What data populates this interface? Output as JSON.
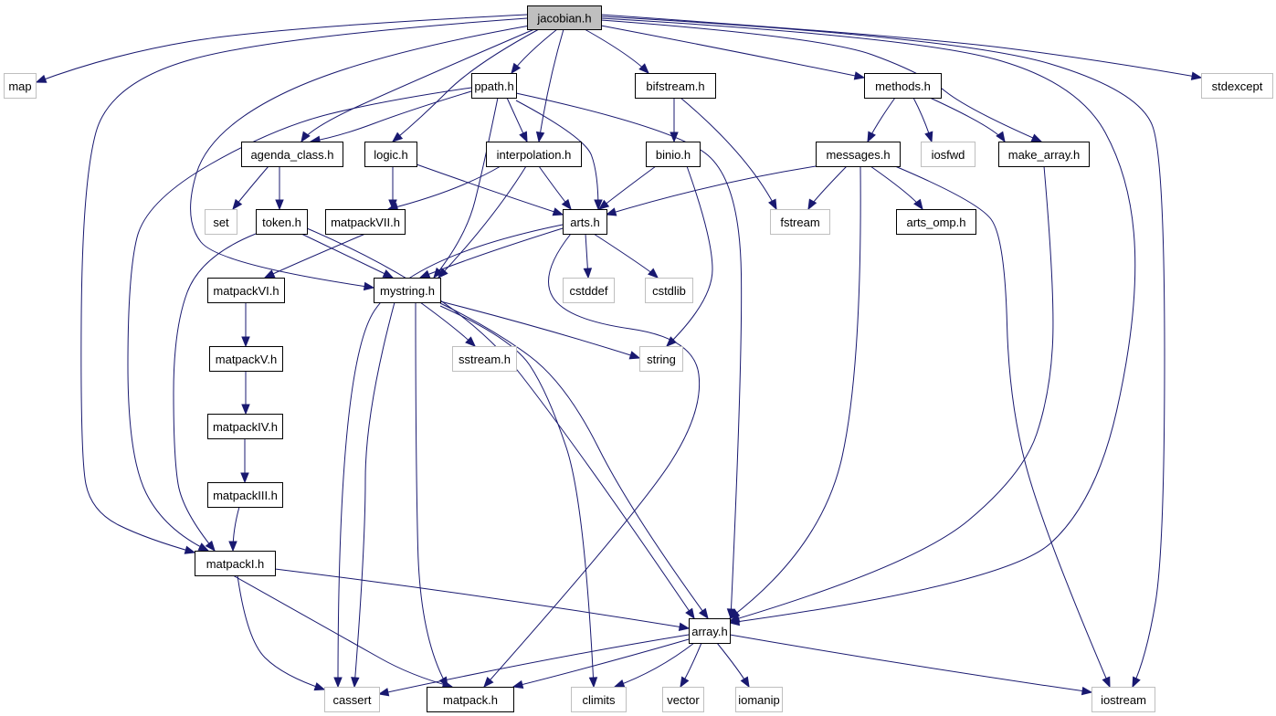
{
  "diagram": {
    "type": "include-dependency-graph",
    "root": "jacobian.h",
    "colors": {
      "edge": "#191970",
      "root_fill": "#bfbfbf",
      "local_border": "#000000",
      "system_border": "#bfbfbf",
      "background": "#ffffff"
    },
    "nodes": [
      {
        "id": "jacobian",
        "label": "jacobian.h",
        "kind": "root"
      },
      {
        "id": "map",
        "label": "map",
        "kind": "system"
      },
      {
        "id": "ppath",
        "label": "ppath.h",
        "kind": "local"
      },
      {
        "id": "bifstream",
        "label": "bifstream.h",
        "kind": "local"
      },
      {
        "id": "methods",
        "label": "methods.h",
        "kind": "local"
      },
      {
        "id": "stdexcept",
        "label": "stdexcept",
        "kind": "system"
      },
      {
        "id": "agenda_class",
        "label": "agenda_class.h",
        "kind": "local"
      },
      {
        "id": "logic",
        "label": "logic.h",
        "kind": "local"
      },
      {
        "id": "interpolation",
        "label": "interpolation.h",
        "kind": "local"
      },
      {
        "id": "binio",
        "label": "binio.h",
        "kind": "local"
      },
      {
        "id": "messages",
        "label": "messages.h",
        "kind": "local"
      },
      {
        "id": "iosfwd",
        "label": "iosfwd",
        "kind": "system"
      },
      {
        "id": "make_array",
        "label": "make_array.h",
        "kind": "local"
      },
      {
        "id": "set",
        "label": "set",
        "kind": "system"
      },
      {
        "id": "token",
        "label": "token.h",
        "kind": "local"
      },
      {
        "id": "matpackVII",
        "label": "matpackVII.h",
        "kind": "local"
      },
      {
        "id": "arts",
        "label": "arts.h",
        "kind": "local"
      },
      {
        "id": "fstream",
        "label": "fstream",
        "kind": "system"
      },
      {
        "id": "arts_omp",
        "label": "arts_omp.h",
        "kind": "local"
      },
      {
        "id": "matpackVI",
        "label": "matpackVI.h",
        "kind": "local"
      },
      {
        "id": "mystring",
        "label": "mystring.h",
        "kind": "local"
      },
      {
        "id": "cstddef",
        "label": "cstddef",
        "kind": "system"
      },
      {
        "id": "cstdlib",
        "label": "cstdlib",
        "kind": "system"
      },
      {
        "id": "matpackV",
        "label": "matpackV.h",
        "kind": "local"
      },
      {
        "id": "sstream",
        "label": "sstream.h",
        "kind": "system"
      },
      {
        "id": "string",
        "label": "string",
        "kind": "system"
      },
      {
        "id": "matpackIV",
        "label": "matpackIV.h",
        "kind": "local"
      },
      {
        "id": "matpackIII",
        "label": "matpackIII.h",
        "kind": "local"
      },
      {
        "id": "matpackI",
        "label": "matpackI.h",
        "kind": "local"
      },
      {
        "id": "array",
        "label": "array.h",
        "kind": "local"
      },
      {
        "id": "cassert",
        "label": "cassert",
        "kind": "system"
      },
      {
        "id": "matpack",
        "label": "matpack.h",
        "kind": "local"
      },
      {
        "id": "climits",
        "label": "climits",
        "kind": "system"
      },
      {
        "id": "vector",
        "label": "vector",
        "kind": "system"
      },
      {
        "id": "iomanip",
        "label": "iomanip",
        "kind": "system"
      },
      {
        "id": "iostream",
        "label": "iostream",
        "kind": "system"
      }
    ],
    "edges": [
      [
        "jacobian",
        "map"
      ],
      [
        "jacobian",
        "ppath"
      ],
      [
        "jacobian",
        "bifstream"
      ],
      [
        "jacobian",
        "methods"
      ],
      [
        "jacobian",
        "stdexcept"
      ],
      [
        "jacobian",
        "agenda_class"
      ],
      [
        "jacobian",
        "logic"
      ],
      [
        "jacobian",
        "interpolation"
      ],
      [
        "jacobian",
        "make_array"
      ],
      [
        "jacobian",
        "mystring"
      ],
      [
        "jacobian",
        "matpackI"
      ],
      [
        "jacobian",
        "array"
      ],
      [
        "jacobian",
        "iostream"
      ],
      [
        "ppath",
        "agenda_class"
      ],
      [
        "ppath",
        "interpolation"
      ],
      [
        "ppath",
        "arts"
      ],
      [
        "ppath",
        "mystring"
      ],
      [
        "ppath",
        "matpackI"
      ],
      [
        "ppath",
        "array"
      ],
      [
        "bifstream",
        "binio"
      ],
      [
        "bifstream",
        "fstream"
      ],
      [
        "methods",
        "messages"
      ],
      [
        "methods",
        "iosfwd"
      ],
      [
        "methods",
        "make_array"
      ],
      [
        "agenda_class",
        "set"
      ],
      [
        "agenda_class",
        "token"
      ],
      [
        "logic",
        "matpackVII"
      ],
      [
        "logic",
        "arts"
      ],
      [
        "interpolation",
        "matpackVII"
      ],
      [
        "interpolation",
        "arts"
      ],
      [
        "interpolation",
        "mystring"
      ],
      [
        "binio",
        "arts"
      ],
      [
        "binio",
        "string"
      ],
      [
        "messages",
        "arts"
      ],
      [
        "messages",
        "fstream"
      ],
      [
        "messages",
        "arts_omp"
      ],
      [
        "messages",
        "array"
      ],
      [
        "messages",
        "iostream"
      ],
      [
        "make_array",
        "array"
      ],
      [
        "token",
        "mystring"
      ],
      [
        "token",
        "matpackI"
      ],
      [
        "token",
        "array"
      ],
      [
        "matpackVII",
        "matpackVI"
      ],
      [
        "arts",
        "mystring"
      ],
      [
        "arts",
        "cstddef"
      ],
      [
        "arts",
        "cstdlib"
      ],
      [
        "arts",
        "cassert"
      ],
      [
        "arts",
        "matpack"
      ],
      [
        "matpackVI",
        "matpackV"
      ],
      [
        "matpackV",
        "matpackIV"
      ],
      [
        "matpackIV",
        "matpackIII"
      ],
      [
        "matpackIII",
        "matpackI"
      ],
      [
        "mystring",
        "sstream"
      ],
      [
        "mystring",
        "string"
      ],
      [
        "mystring",
        "cassert"
      ],
      [
        "mystring",
        "matpack"
      ],
      [
        "mystring",
        "climits"
      ],
      [
        "mystring",
        "array"
      ],
      [
        "matpackI",
        "array"
      ],
      [
        "matpackI",
        "cassert"
      ],
      [
        "matpackI",
        "matpack"
      ],
      [
        "array",
        "cassert"
      ],
      [
        "array",
        "matpack"
      ],
      [
        "array",
        "climits"
      ],
      [
        "array",
        "vector"
      ],
      [
        "array",
        "iomanip"
      ],
      [
        "array",
        "iostream"
      ]
    ]
  }
}
